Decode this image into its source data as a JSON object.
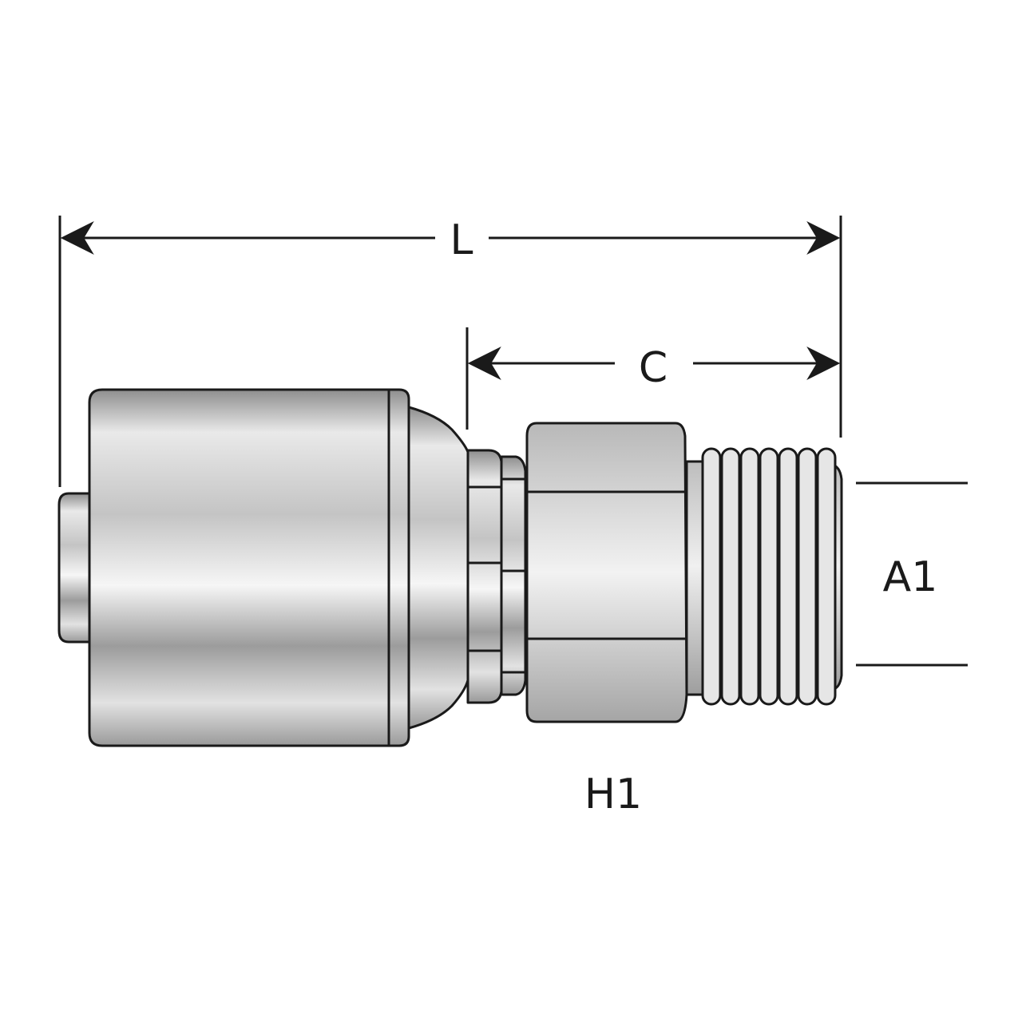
{
  "labels": {
    "overall_length": "L",
    "connector_length": "C",
    "thread_size": "A1",
    "hex_size": "H1"
  },
  "colors": {
    "outline": "#1a1a1a",
    "metal_light": "#f4f4f4",
    "metal_mid": "#c9c9c9",
    "metal_dark": "#8a8a8a",
    "background": "#ffffff"
  }
}
